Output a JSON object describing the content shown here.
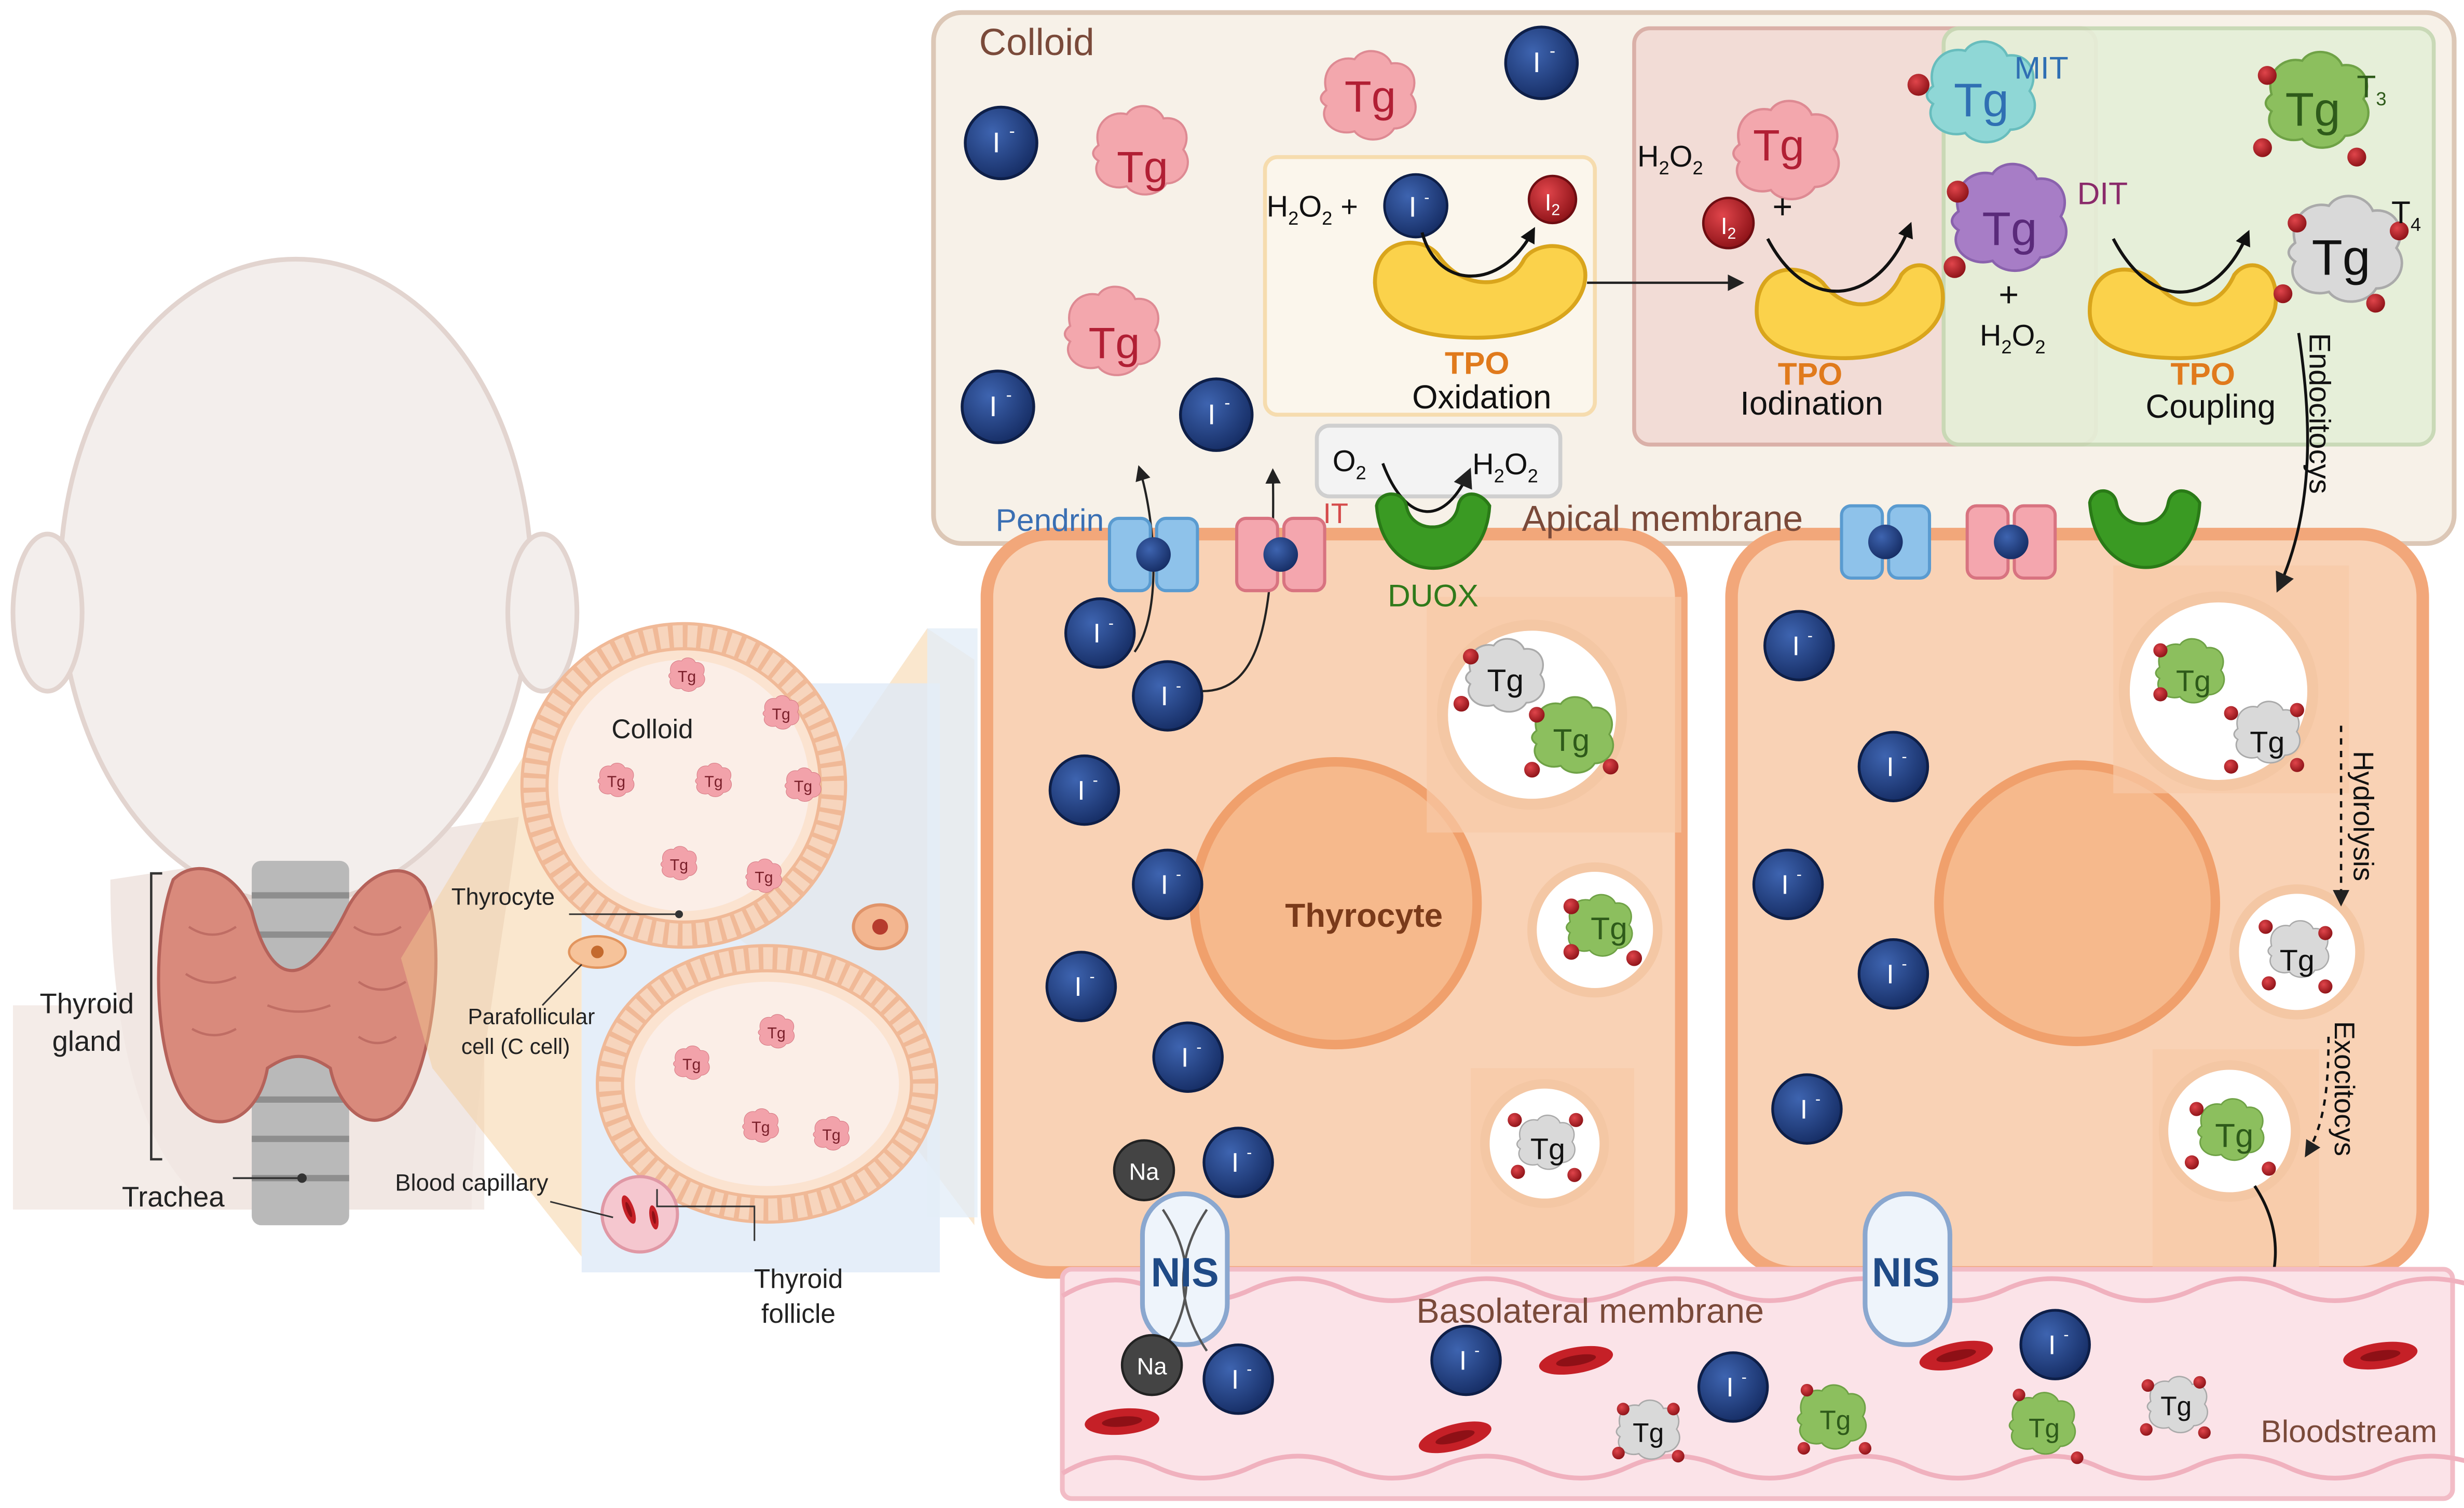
{
  "labels": {
    "colloid_top": "Colloid",
    "colloid_follicle": "Colloid",
    "thyroid_gland_1": "Thyroid",
    "thyroid_gland_2": "gland",
    "trachea": "Trachea",
    "thyrocyte_left": "Thyrocyte",
    "parafollicular_1": "Parafollicular",
    "parafollicular_2": "cell (C cell)",
    "blood_capillary": "Blood capillary",
    "thyroid_follicle_1": "Thyroid",
    "thyroid_follicle_2": "follicle",
    "thyrocyte_cell": "Thyrocyte",
    "pendrin": "Pendrin",
    "it": "IT",
    "duox": "DUOX",
    "apical_membrane": "Apical membrane",
    "basolateral_membrane": "Basolateral membrane",
    "bloodstream": "Bloodstream",
    "nis": "NIS",
    "na": "Na",
    "tg": "Tg",
    "iodide": "I",
    "iodide_sup": "-",
    "i2_main": "I",
    "i2_sub": "2",
    "h2o2_main_h": "H",
    "h2o2_sub_2": "2",
    "h2o2_main_o": "O",
    "o2_main": "O",
    "o2_sub": "2",
    "plus": "+",
    "tpo": "TPO",
    "oxidation": "Oxidation",
    "iodination": "Iodination",
    "coupling": "Coupling",
    "mit": "MIT",
    "dit": "DIT",
    "t3_main": "T",
    "t3_sub": "3",
    "t4_main": "T",
    "t4_sub": "4",
    "endocytosis": "Endocitocys",
    "hydrolysis": "Hydrolysis",
    "exocytosis": "Exocitocys"
  },
  "colors": {
    "cell_fill": "#f9d2b5",
    "cell_border": "#f2a77a",
    "nucleus": "#f6b98c",
    "colloid_fill": "#f8f1e8",
    "colloid_border": "#dcc7b6",
    "iodide": "#1a3a7a",
    "tg_pink": "#f3a7ad",
    "tg_green": "#8cbf5e",
    "tg_gray": "#d3d3d3",
    "tg_purple": "#a57cc7",
    "tg_cyan": "#8dd6d6",
    "tpo_yellow": "#fbd24b",
    "duox_green": "#3a9a23",
    "blood": "#fbe3e8",
    "rbc": "#c52027",
    "tpo_label": "#e07a1c",
    "pendrin_label": "#3a6fb3",
    "it_label": "#d54a4a",
    "duox_label": "#2f7a1a",
    "membrane_label": "#7a4a3a",
    "nis_label": "#1f4a86",
    "mit_label": "#3a6fb3",
    "dit_label": "#8a2a6a"
  }
}
